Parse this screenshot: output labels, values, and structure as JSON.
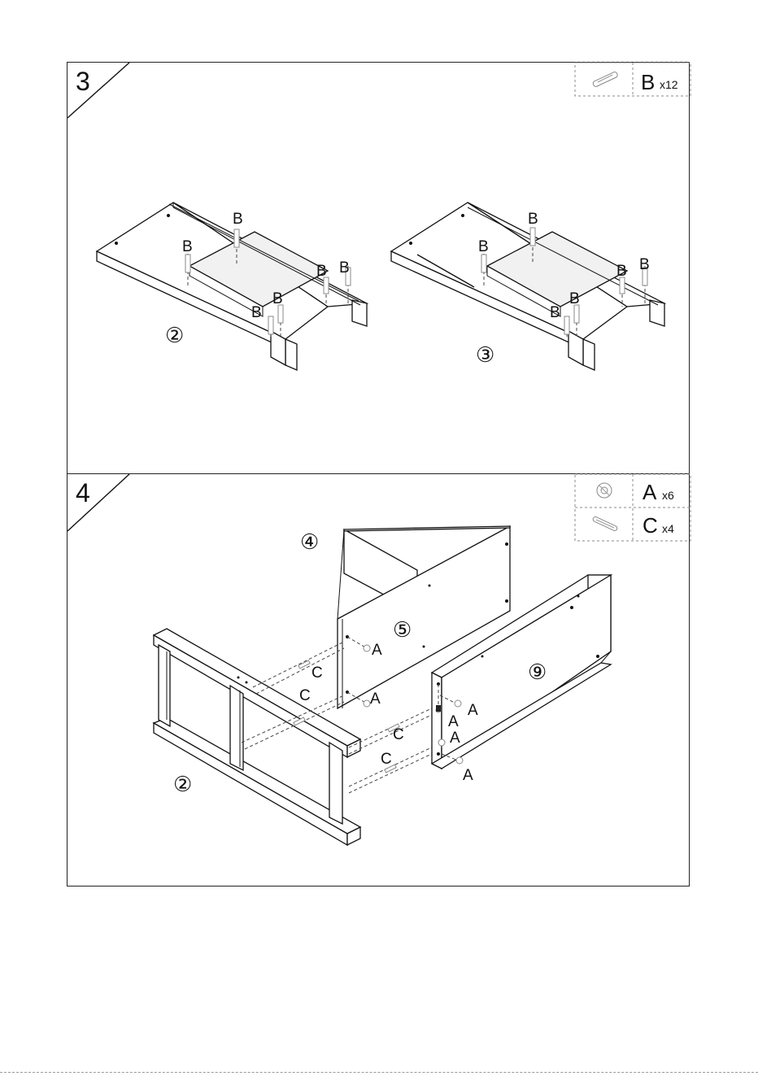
{
  "steps": [
    {
      "number": "3",
      "hardware": [
        {
          "letter": "B",
          "count": "x12",
          "icon": "dowel-icon"
        }
      ],
      "part_labels": [
        "②",
        "③"
      ],
      "fastener_labels": [
        "B",
        "B",
        "B",
        "B",
        "B",
        "B",
        "B",
        "B",
        "B",
        "B",
        "B",
        "B"
      ]
    },
    {
      "number": "4",
      "hardware": [
        {
          "letter": "A",
          "count": "x6",
          "icon": "cam-lock-icon"
        },
        {
          "letter": "C",
          "count": "x4",
          "icon": "cam-bolt-icon"
        }
      ],
      "part_labels": [
        "④",
        "⑤",
        "⑨",
        "②"
      ],
      "fastener_labels": [
        "A",
        "A",
        "A",
        "A",
        "A",
        "A",
        "C",
        "C",
        "C",
        "C"
      ]
    }
  ]
}
